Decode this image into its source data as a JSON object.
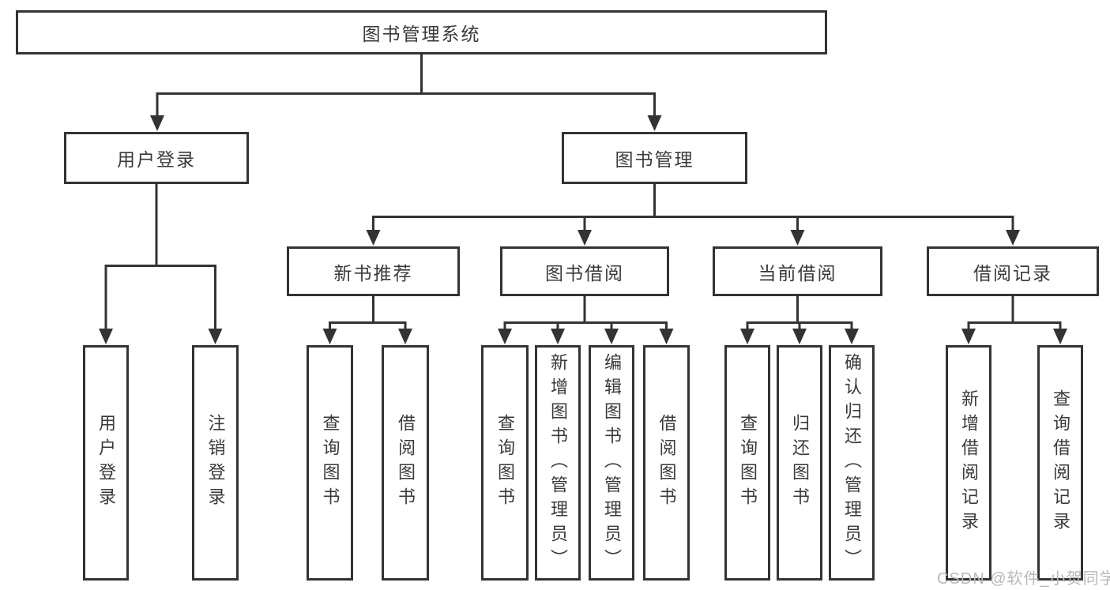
{
  "diagram": {
    "root": "图书管理系统",
    "branches": [
      {
        "label": "用户登录",
        "children": [
          "用户登录",
          "注销登录"
        ]
      },
      {
        "label": "图书管理",
        "groups": [
          {
            "label": "新书推荐",
            "children": [
              "查询图书",
              "借阅图书"
            ]
          },
          {
            "label": "图书借阅",
            "children": [
              "查询图书",
              "新增图书（管理员）",
              "编辑图书（管理员）",
              "借阅图书"
            ]
          },
          {
            "label": "当前借阅",
            "children": [
              "查询图书",
              "归还图书",
              "确认归还（管理员）"
            ]
          },
          {
            "label": "借阅记录",
            "children": [
              "新增借阅记录",
              "查询借阅记录"
            ]
          }
        ]
      }
    ]
  },
  "watermark": {
    "text": "CSDN @软件_小贺同学"
  },
  "colors": {
    "line": "#333333",
    "box_border": "#333333",
    "text": "#3a3a3a",
    "watermark": "#b9b9b9",
    "background": "#ffffff"
  }
}
